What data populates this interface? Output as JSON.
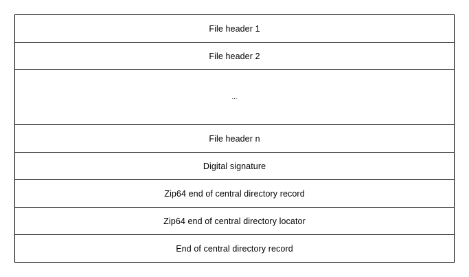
{
  "diagram": {
    "rows": [
      {
        "label": "File header 1"
      },
      {
        "label": "File header 2"
      },
      {
        "label": "..."
      },
      {
        "label": "File header n"
      },
      {
        "label": "Digital signature"
      },
      {
        "label": "Zip64 end of central directory record"
      },
      {
        "label": "Zip64 end of central directory locator"
      },
      {
        "label": "End of central directory record"
      }
    ]
  }
}
